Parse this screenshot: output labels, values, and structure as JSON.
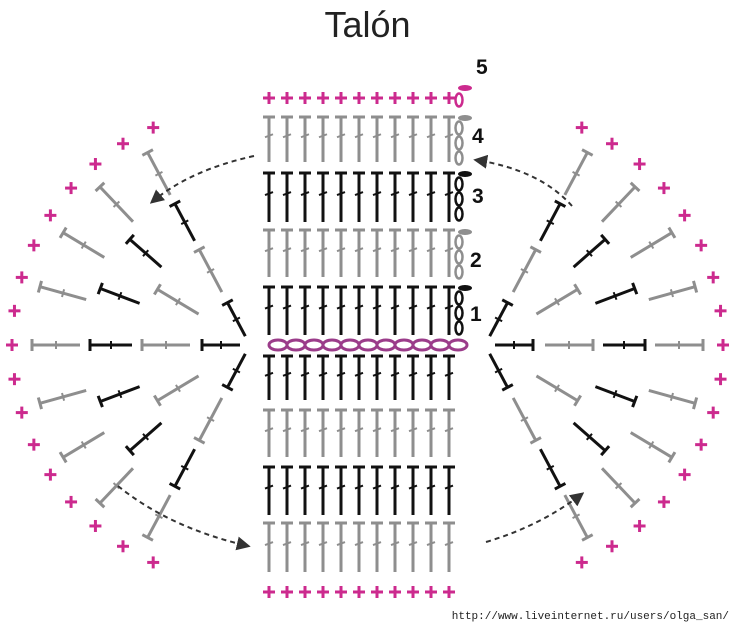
{
  "diagram": {
    "title": "Talón",
    "row_labels": [
      "5",
      "4",
      "3",
      "2",
      "1"
    ],
    "credit": "http://www.liveinternet.ru/users/olga_san/",
    "colors": {
      "magenta": "#cc2a8e",
      "gray": "#8e8e8e",
      "black": "#111111",
      "arrow": "#333333"
    },
    "symbols": [
      "single-crochet",
      "double-crochet",
      "chain"
    ]
  }
}
